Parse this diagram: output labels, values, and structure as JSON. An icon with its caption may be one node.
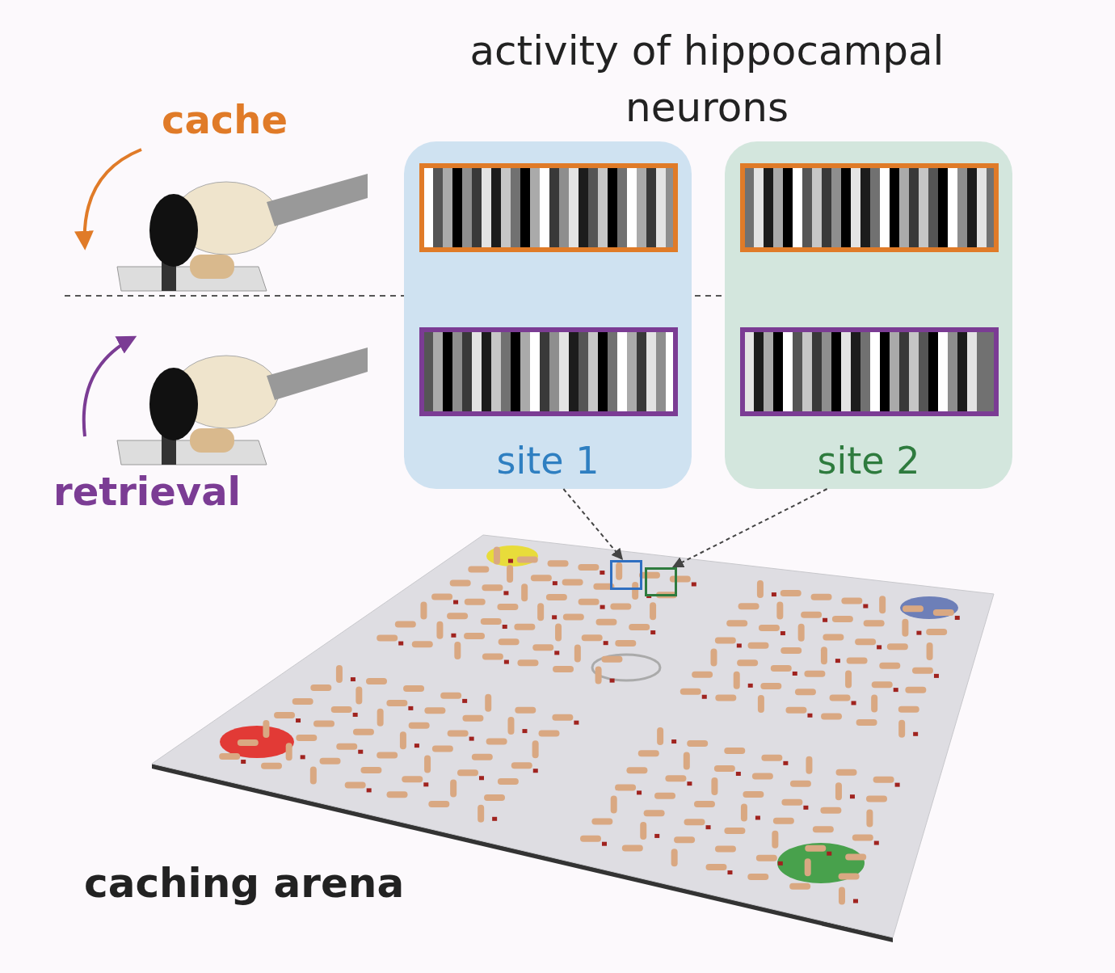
{
  "diagram": {
    "title": "activity of hippocampal neurons",
    "nodes": [
      {
        "text": [
          "site 1"
        ]
      },
      {
        "text": [
          "site 2"
        ]
      },
      {
        "text": [],
        "shape": "box"
      },
      {
        "text": [],
        "shape": "box"
      }
    ],
    "edges": [
      {
        "from": 0,
        "to": 2,
        "arrow": "to",
        "style": "dashed"
      },
      {
        "from": 1,
        "to": 3,
        "arrow": "to",
        "style": "dashed"
      }
    ],
    "labels": [
      "cache",
      "retrieval",
      "caching arena"
    ]
  }
}
